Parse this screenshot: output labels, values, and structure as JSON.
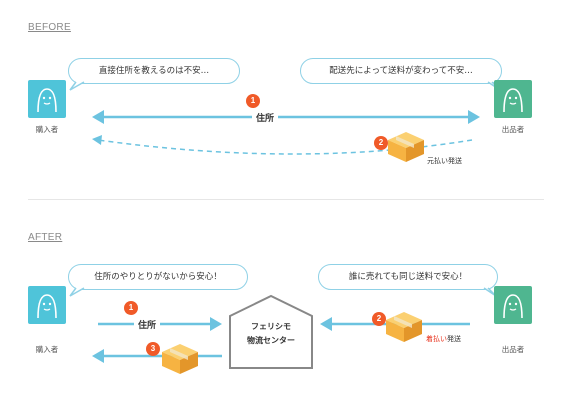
{
  "before": {
    "label": "BEFORE",
    "buyer_label": "購入者",
    "seller_label": "出品者",
    "buyer_bubble": "直接住所を教えるのは不安…",
    "seller_bubble": "配送先によって送料が変わって不安…",
    "address_label": "住所",
    "step1": "1",
    "step2": "2",
    "shipping_label": "元払い発送"
  },
  "after": {
    "label": "AFTER",
    "buyer_label": "購入者",
    "seller_label": "出品者",
    "buyer_bubble": "住所のやりとりがないから安心！",
    "seller_bubble": "誰に売れても同じ送料で安心！",
    "address_label": "住所",
    "center_line1": "フェリシモ",
    "center_line2": "物流センター",
    "step1": "1",
    "step2": "2",
    "step3": "3",
    "shipping_red": "着払い",
    "shipping_rest": "発送"
  },
  "colors": {
    "buyer": "#4fc4d9",
    "seller": "#4fb690",
    "arrow": "#6cc3e0",
    "badge": "#f05a28",
    "box": "#f6b342"
  }
}
